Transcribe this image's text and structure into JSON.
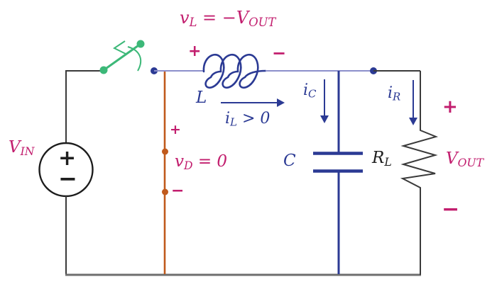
{
  "colors": {
    "magenta": "#C21E6E",
    "blue": "#2B3A94",
    "wire-blue": "#8C8FCB",
    "green": "#3CB878",
    "orange": "#C05A1C",
    "dark": "#3A3A3A",
    "rail": "#6E6E6E"
  },
  "labels": {
    "inductor_voltage": {
      "p1": "v",
      "s1": "L",
      "p2": " = −",
      "p3": "V",
      "s3": "OUT"
    },
    "inductor_plus": "+",
    "inductor_minus": "−",
    "inductor_name": "L",
    "inductor_current": {
      "p1": "i",
      "s1": "L",
      "p2": " > 0"
    },
    "cap_current": {
      "p1": "i",
      "s1": "C"
    },
    "res_current": {
      "p1": "i",
      "s1": "R"
    },
    "source_name": {
      "p1": "V",
      "s1": "IN"
    },
    "source_plus": "+",
    "source_minus": "−",
    "diode_plus": "+",
    "diode_voltage": {
      "p1": "v",
      "s1": "D",
      "p2": " = 0"
    },
    "diode_minus": "−",
    "cap_name": "C",
    "res_name": {
      "p1": "R",
      "s1": "L"
    },
    "output_name": {
      "p1": "V",
      "s1": "OUT"
    },
    "output_plus": "+",
    "output_minus": "−"
  }
}
